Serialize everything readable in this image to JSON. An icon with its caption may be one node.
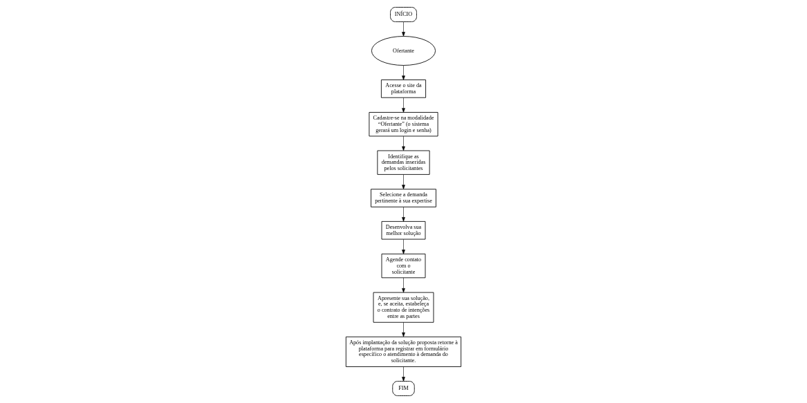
{
  "diagram": {
    "nodes": [
      {
        "text": [
          "INÍCIO"
        ]
      },
      {
        "text": [
          "Ofertante"
        ]
      },
      {
        "text": [
          "Acesse o site da plataforma"
        ]
      },
      {
        "text": [
          "Cadastre-se na modalidade “Ofertante” (o sistema gerará um login e senha)"
        ]
      },
      {
        "text": [
          "Identifique as demandas inseridas pelos solicitantes"
        ]
      },
      {
        "text": [
          "Selecione a demanda pertinente à sua expertise"
        ]
      },
      {
        "text": [
          "Desenvolva sua melhor solução"
        ]
      },
      {
        "text": [
          "Agende contato com o solicitante"
        ]
      },
      {
        "text": [
          "Apresente sua solução, e, se aceita, estabeleça o contrato de intenções entre as partes"
        ]
      },
      {
        "text": [
          "Após implantação da solução proposta retorne à plataforma para registrar em formulário específico o atendimento à demanda do solicitante."
        ]
      },
      {
        "text": [
          "FIM"
        ]
      }
    ],
    "edges": [
      {
        "from": 0,
        "to": 1,
        "arrow": "to"
      },
      {
        "from": 1,
        "to": 2,
        "arrow": "to"
      },
      {
        "from": 2,
        "to": 3,
        "arrow": "to"
      },
      {
        "from": 3,
        "to": 4,
        "arrow": "to"
      },
      {
        "from": 4,
        "to": 5,
        "arrow": "to"
      },
      {
        "from": 5,
        "to": 6,
        "arrow": "to"
      },
      {
        "from": 6,
        "to": 7,
        "arrow": "to"
      },
      {
        "from": 7,
        "to": 8,
        "arrow": "to"
      },
      {
        "from": 8,
        "to": 9,
        "arrow": "to"
      },
      {
        "from": 9,
        "to": 10,
        "arrow": "to"
      }
    ]
  }
}
